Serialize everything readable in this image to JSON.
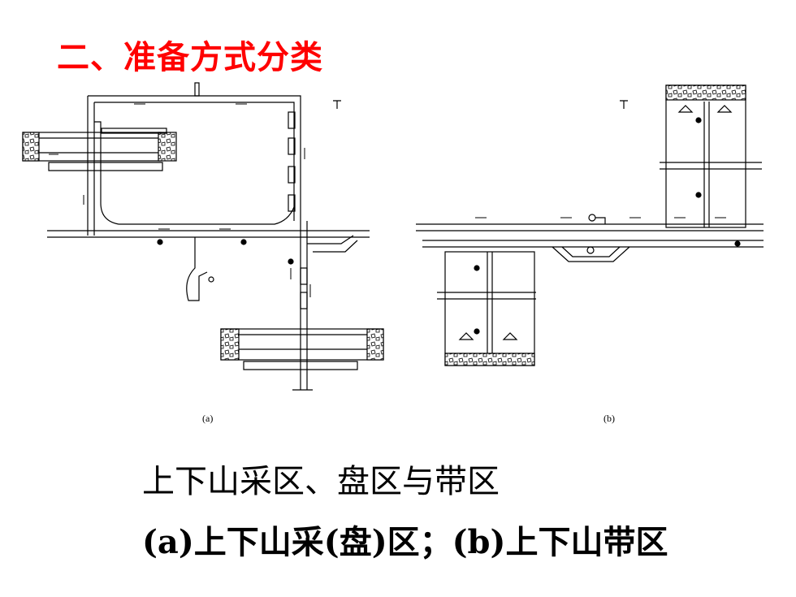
{
  "title": "二、准备方式分类",
  "figure": {
    "label_a": "(a)",
    "label_b": "(b)"
  },
  "caption": {
    "line1": "上下山采区、盘区与带区",
    "line2": "(a)上下山采(盘)区；(b)上下山带区"
  },
  "colors": {
    "title": "#ff0000",
    "line": "#000000"
  }
}
